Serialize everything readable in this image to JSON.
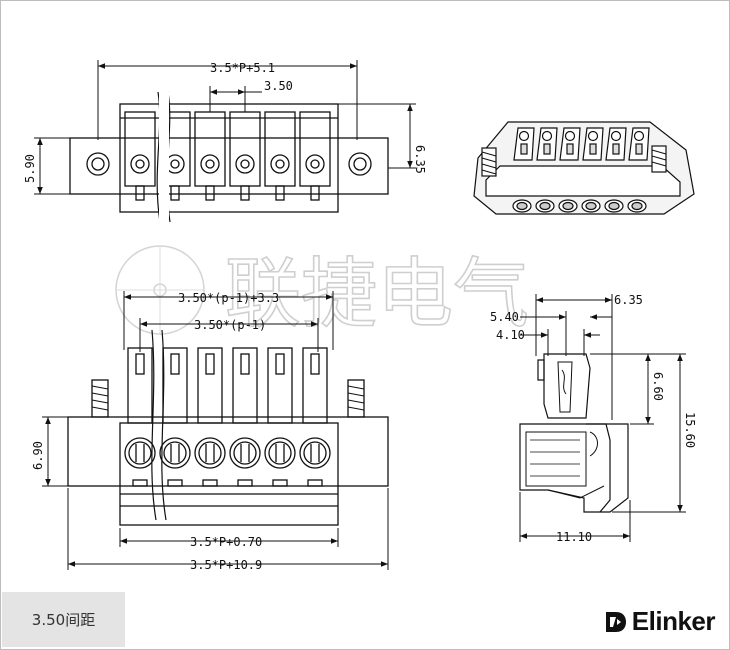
{
  "watermark": {
    "logo_chars": "联捷电气"
  },
  "top_view": {
    "dims": {
      "overall_width": "3.5*P+5.1",
      "pitch": "3.50",
      "flange_height": "5.90",
      "body_height": "6.35"
    }
  },
  "front_view": {
    "dims": {
      "inner_span": "3.50*(p-1)+3.3",
      "pitch_span": "3.50*(p-1)",
      "height": "6.90",
      "body_width": "3.5*P+0.70",
      "overall_width": "3.5*P+10.9"
    }
  },
  "side_view": {
    "dims": {
      "top_width": "6.35",
      "mid_width": "5.40",
      "inner_width": "4.10",
      "upper_height": "6.60",
      "total_height": "15.60",
      "depth": "11.10"
    }
  },
  "footer": {
    "pitch_label": "3.50间距",
    "brand": "Elinker"
  }
}
